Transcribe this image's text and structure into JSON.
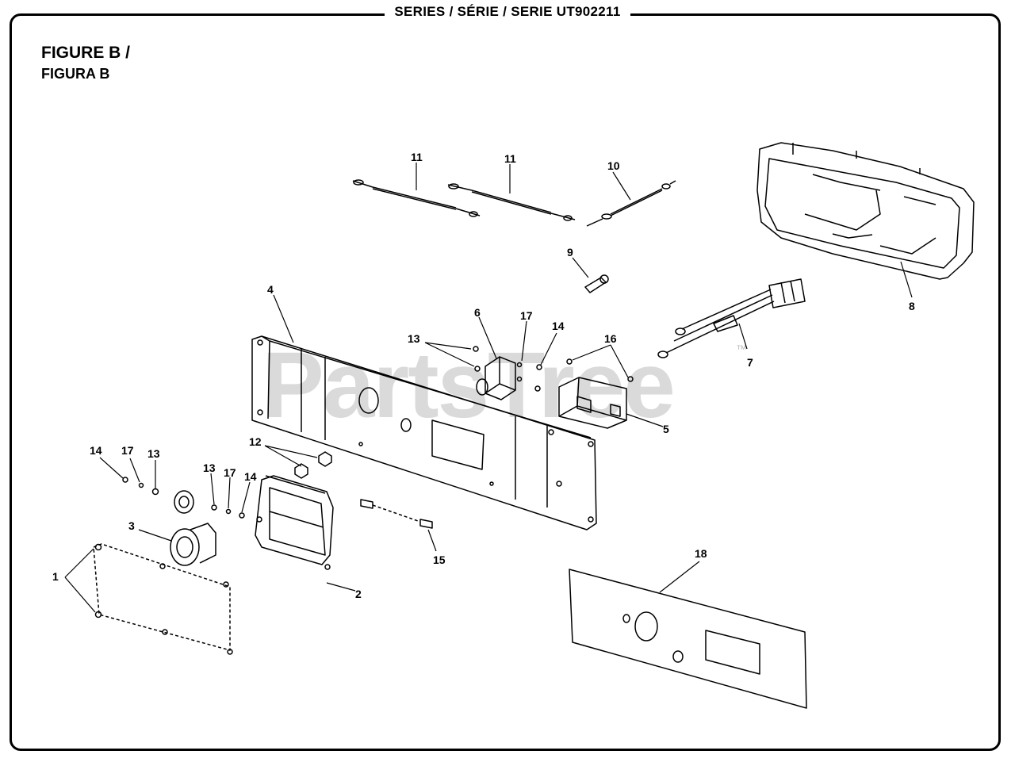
{
  "header": {
    "series": "SERIES / SÉRIE / SERIE UT902211",
    "figure_line1": "FIGURE B /",
    "figure_line2": "FIGURA B"
  },
  "watermark": {
    "text": "PartsTree",
    "tm": "™"
  },
  "callouts": {
    "c1": "1",
    "c2": "2",
    "c3": "3",
    "c4": "4",
    "c5": "5",
    "c6": "6",
    "c7": "7",
    "c8": "8",
    "c9": "9",
    "c10": "10",
    "c11a": "11",
    "c11b": "11",
    "c12": "12",
    "c13a": "13",
    "c13b": "13",
    "c13c": "13",
    "c14a": "14",
    "c14b": "14",
    "c14c": "14",
    "c15": "15",
    "c16": "16",
    "c17a": "17",
    "c17b": "17",
    "c17c": "17",
    "c18": "18"
  }
}
